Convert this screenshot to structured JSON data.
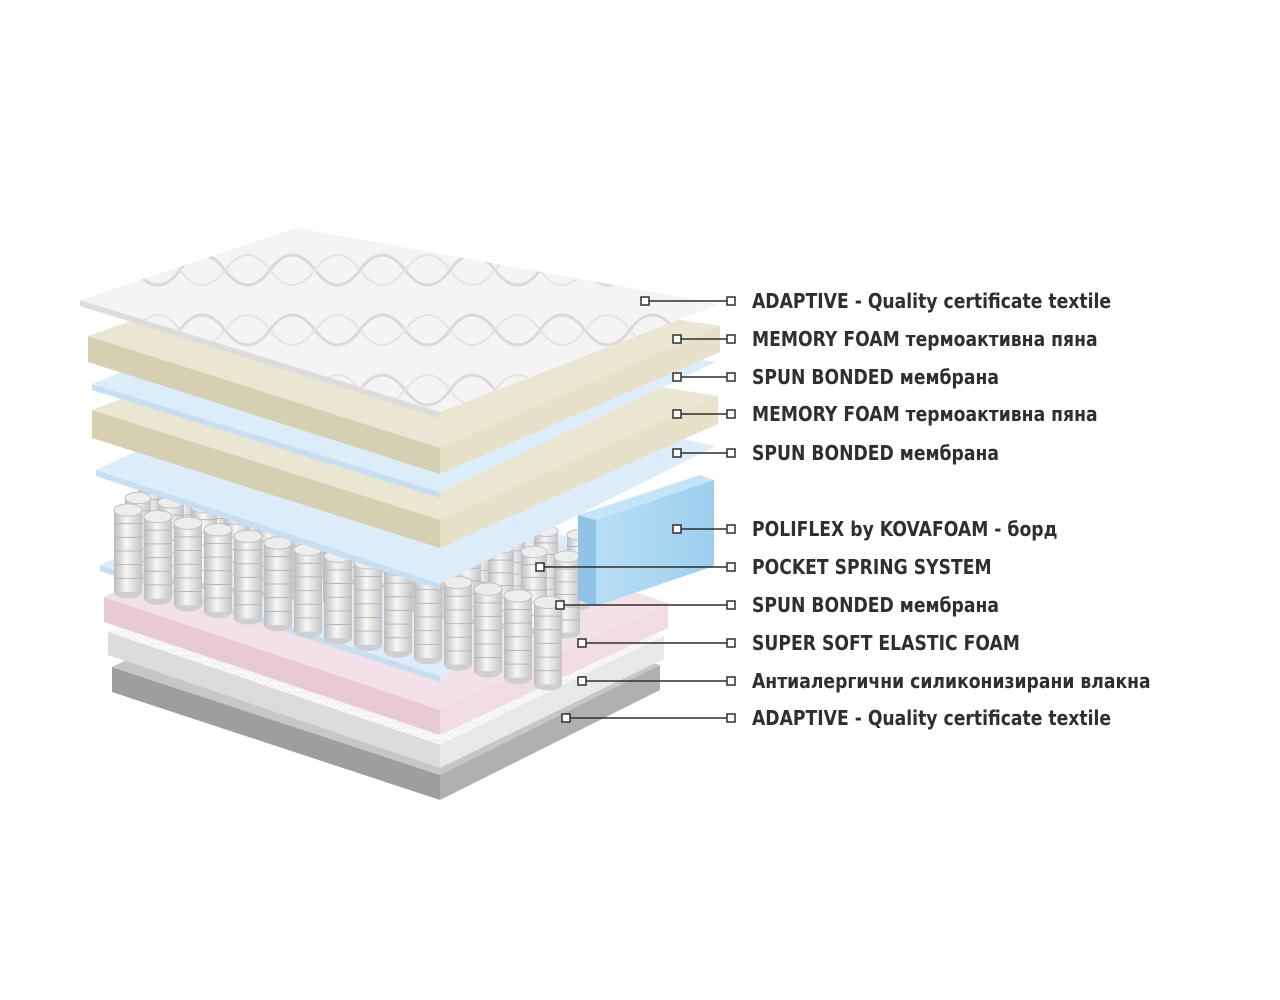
{
  "colors": {
    "text": "#2f2f2f",
    "leader_line": "#2f2f2f",
    "top_textile": "#f3f3f3",
    "memory_foam": "#e5dfc6",
    "membrane": "#dbecf9",
    "springs": "#d8d8d8",
    "side_foam": "#a9d6f2",
    "elastic_foam": "#f0d8e2",
    "fibers": "#f7f7f7",
    "bottom_textile": "#bcbcbc"
  },
  "layers": [
    {
      "label": "ADAPTIVE - Quality certificate textile",
      "icon": "square-marker-icon"
    },
    {
      "label": "MEMORY FOAM термоактивна пяна",
      "icon": "square-marker-icon"
    },
    {
      "label": "SPUN BONDED мембрана",
      "icon": "square-marker-icon"
    },
    {
      "label": "MEMORY FOAM термоактивна пяна",
      "icon": "square-marker-icon"
    },
    {
      "label": "SPUN BONDED мембрана",
      "icon": "square-marker-icon"
    },
    {
      "label": "POLIFLEX by KOVAFOAM - борд",
      "icon": "square-marker-icon"
    },
    {
      "label": "POCKET SPRING SYSTEM",
      "icon": "square-marker-icon"
    },
    {
      "label": "SPUN BONDED мембрана",
      "icon": "square-marker-icon"
    },
    {
      "label": "SUPER SOFT ELASTIC FOAM",
      "icon": "square-marker-icon"
    },
    {
      "label": "Антиалергични силиконизирани влакна",
      "icon": "square-marker-icon"
    },
    {
      "label": "ADAPTIVE - Quality certificate textile",
      "icon": "square-marker-icon"
    }
  ]
}
